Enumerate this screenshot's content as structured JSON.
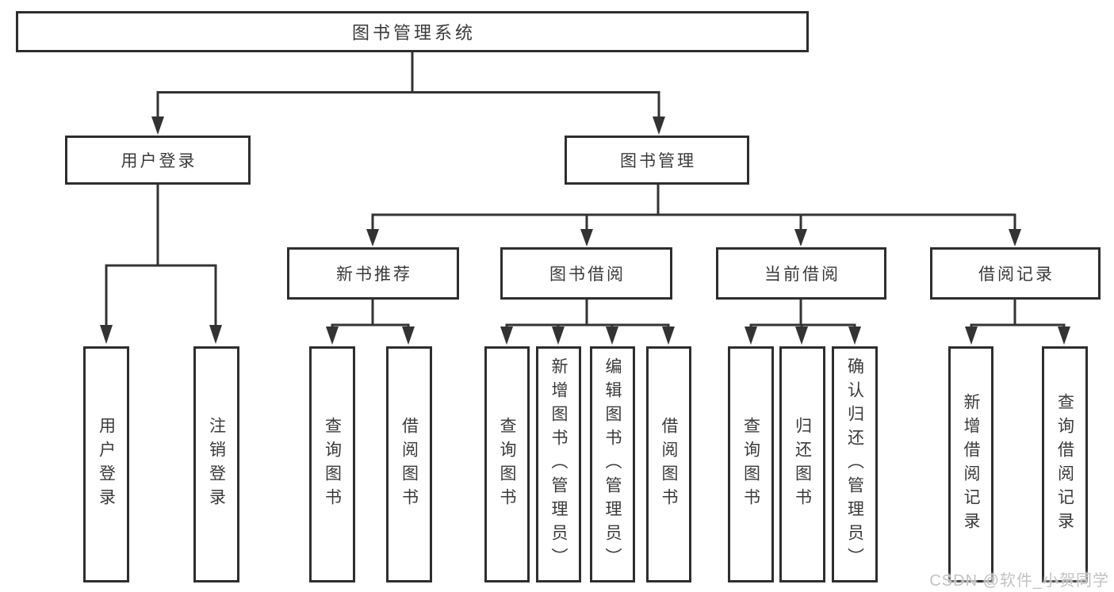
{
  "tree": {
    "root": {
      "label": "图书管理系统",
      "children": [
        {
          "label": "用户登录",
          "children": [
            {
              "label": "用户登录"
            },
            {
              "label": "注销登录"
            }
          ]
        },
        {
          "label": "图书管理",
          "children": [
            {
              "label": "新书推荐",
              "children": [
                {
                  "label": "查询图书"
                },
                {
                  "label": "借阅图书"
                }
              ]
            },
            {
              "label": "图书借阅",
              "children": [
                {
                  "label": "查询图书"
                },
                {
                  "label": "新增图书（管理员）"
                },
                {
                  "label": "编辑图书（管理员）"
                },
                {
                  "label": "借阅图书"
                }
              ]
            },
            {
              "label": "当前借阅",
              "children": [
                {
                  "label": "查询图书"
                },
                {
                  "label": "归还图书"
                },
                {
                  "label": "确认归还（管理员）"
                }
              ]
            },
            {
              "label": "借阅记录",
              "children": [
                {
                  "label": "新增借阅记录"
                },
                {
                  "label": "查询借阅记录"
                }
              ]
            }
          ]
        }
      ]
    }
  },
  "watermark": {
    "text": "CSDN @软件_小贺同学"
  },
  "colors": {
    "line": "#333333",
    "box_border": "#2e2e2e",
    "text": "#3a3a3a",
    "background": "#ffffff",
    "watermark": "#c2c2c2"
  }
}
